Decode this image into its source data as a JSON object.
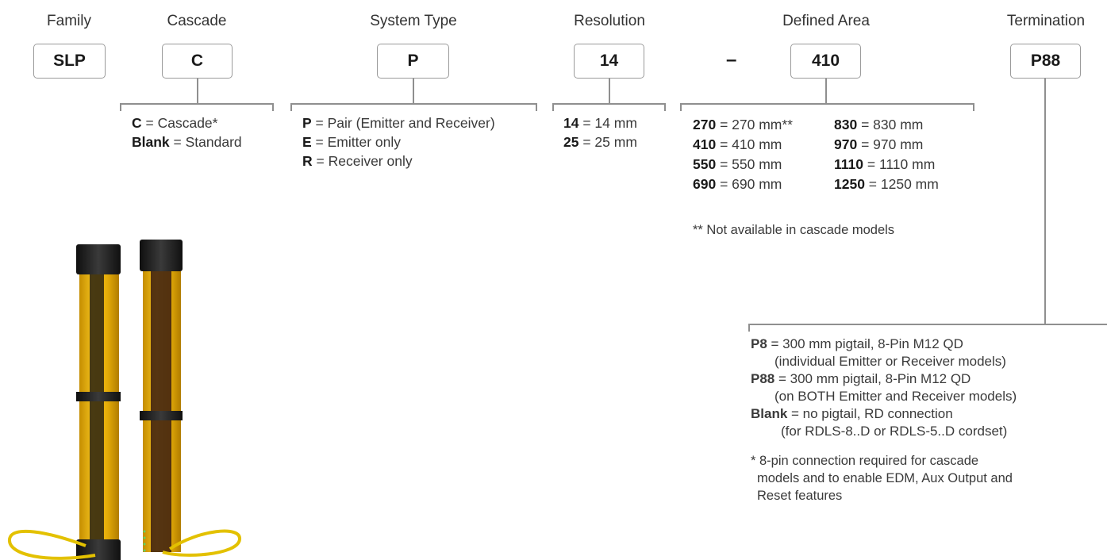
{
  "headers": {
    "family": "Family",
    "cascade": "Cascade",
    "system_type": "System Type",
    "resolution": "Resolution",
    "defined_area": "Defined Area",
    "termination": "Termination"
  },
  "boxes": {
    "family": "SLP",
    "cascade": "C",
    "system_type": "P",
    "resolution": "14",
    "defined_area": "410",
    "termination": "P88"
  },
  "separator": "–",
  "cascade_options": [
    {
      "code": "C",
      "desc": " = Cascade*"
    },
    {
      "code": "Blank",
      "desc": " = Standard"
    }
  ],
  "system_type_options": [
    {
      "code": "P",
      "desc": " = Pair (Emitter and Receiver)"
    },
    {
      "code": "E",
      "desc": " = Emitter only"
    },
    {
      "code": "R",
      "desc": " = Receiver only"
    }
  ],
  "resolution_options": [
    {
      "code": "14",
      "desc": " = 14 mm"
    },
    {
      "code": "25",
      "desc": " = 25 mm"
    }
  ],
  "defined_area_options_left": [
    {
      "code": "270",
      "desc": " = 270 mm**"
    },
    {
      "code": "410",
      "desc": " = 410 mm"
    },
    {
      "code": "550",
      "desc": " = 550 mm"
    },
    {
      "code": "690",
      "desc": " = 690 mm"
    }
  ],
  "defined_area_options_right": [
    {
      "code": "830",
      "desc": " = 830 mm"
    },
    {
      "code": "970",
      "desc": " = 970 mm"
    },
    {
      "code": "1110",
      "desc": " = 1110 mm"
    },
    {
      "code": "1250",
      "desc": " = 1250 mm"
    }
  ],
  "defined_area_note": "** Not available in cascade models",
  "termination_options": [
    {
      "code": "P8",
      "desc": " = 300 mm pigtail, 8-Pin M12 QD",
      "sub": "(individual Emitter or Receiver models)"
    },
    {
      "code": "P88",
      "desc": " = 300 mm pigtail, 8-Pin M12 QD",
      "sub": "(on BOTH Emitter and Receiver models)"
    },
    {
      "code": "Blank",
      "desc": " = no pigtail, RD connection",
      "sub": "(for RDLS-8..D or RDLS-5..D cordset)"
    }
  ],
  "termination_note": [
    "* 8-pin connection required for cascade",
    "models and to enable EDM, Aux Output and",
    "Reset features"
  ],
  "colors": {
    "housing": "#e8b20c",
    "end_cap": "#1c1c1c",
    "cable": "#e8c400",
    "line": "#8f8f8f"
  }
}
